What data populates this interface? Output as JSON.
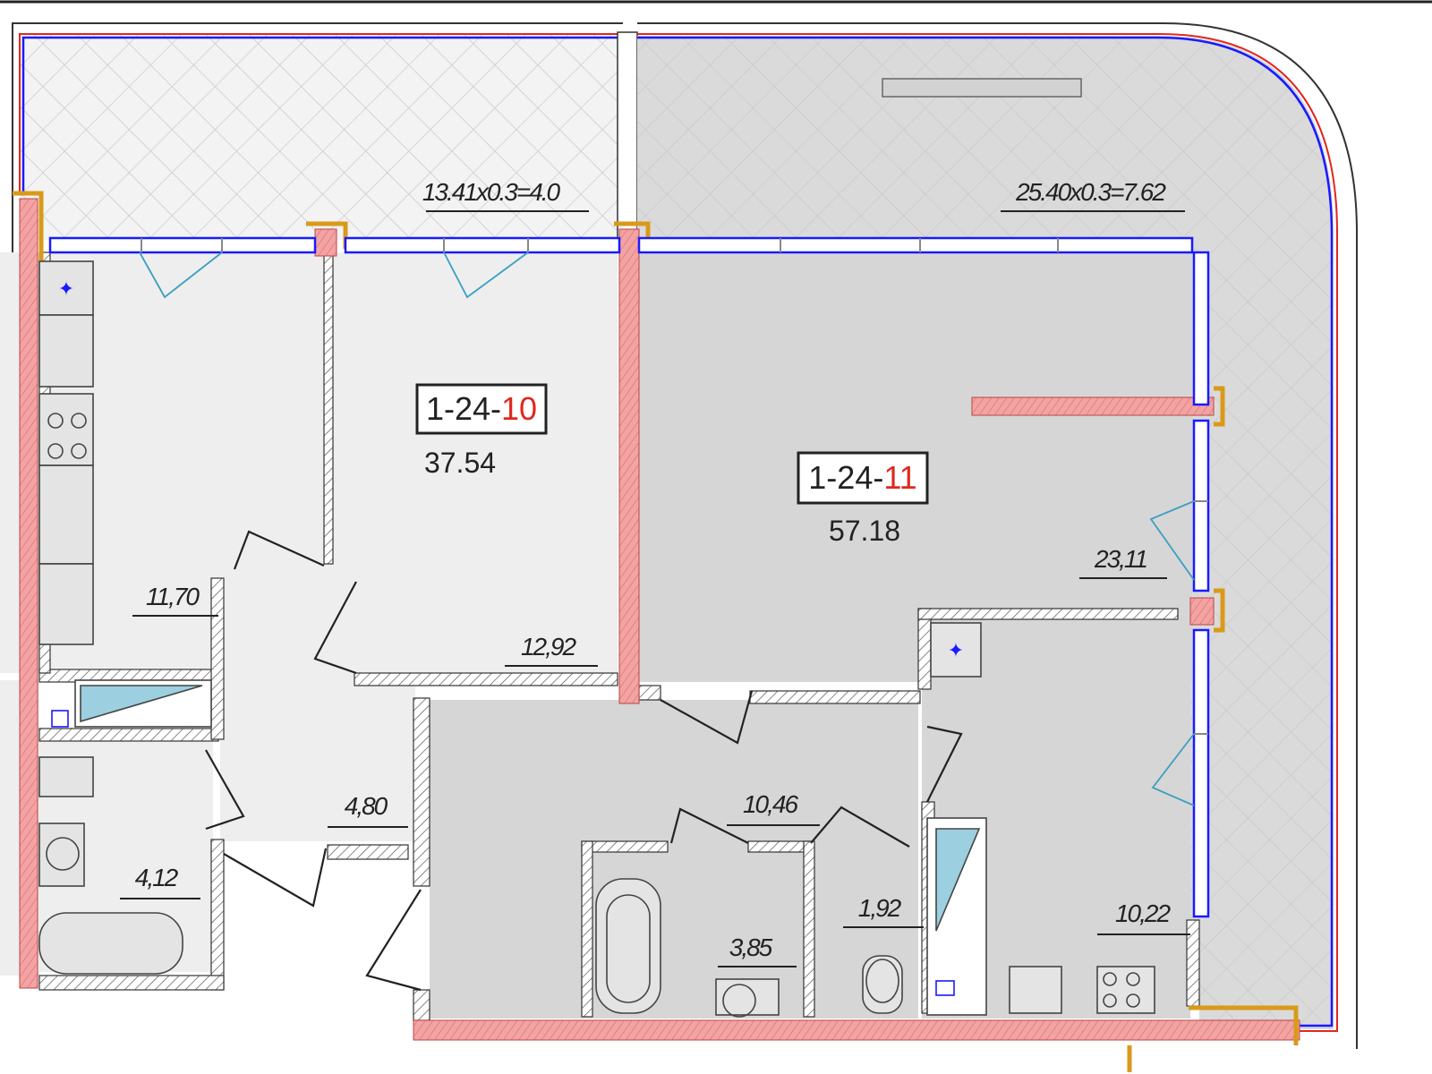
{
  "apartments": [
    {
      "code_prefix": "1-24-",
      "code_number": "10",
      "total_area": "37.54"
    },
    {
      "code_prefix": "1-24-",
      "code_number": "11",
      "total_area": "57.18"
    }
  ],
  "balconies": [
    {
      "formula": "13.41x0.3=4.0"
    },
    {
      "formula": "25.40x0.3=7.62"
    }
  ],
  "rooms": [
    {
      "area": "11,70"
    },
    {
      "area": "12,92"
    },
    {
      "area": "4,80"
    },
    {
      "area": "4,12"
    },
    {
      "area": "23,11"
    },
    {
      "area": "10,46"
    },
    {
      "area": "3,85"
    },
    {
      "area": "1,92"
    },
    {
      "area": "10,22"
    }
  ],
  "colors": {
    "room_light": "#eeeeee",
    "room_dark": "#d6d6d6",
    "bearing_wall": "#f2a3a3",
    "window_line": "#1a1aff",
    "outline_red": "#e0281e",
    "column_orange": "#d99a1a",
    "door_swing": "#3aa0c0"
  }
}
